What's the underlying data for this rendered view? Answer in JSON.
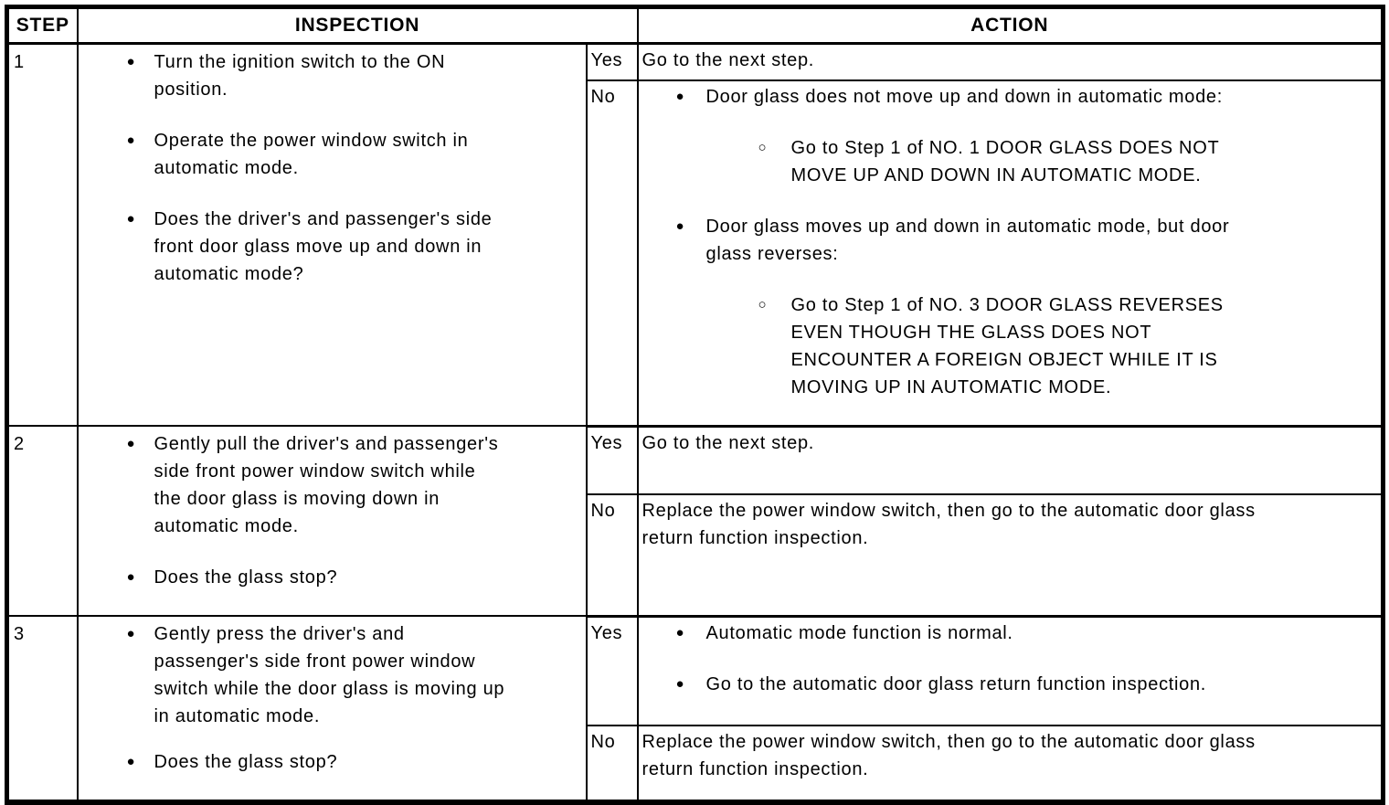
{
  "colors": {
    "ink": "#000000",
    "paper": "#ffffff"
  },
  "icons": {
    "bullet": "●",
    "sub_bullet": "○"
  },
  "header": {
    "step": "STEP",
    "inspection": "INSPECTION",
    "action": "ACTION"
  },
  "rows": [
    {
      "step": "1",
      "inspection": [
        {
          "lines": [
            "Turn the ignition switch to the ON",
            "position."
          ]
        },
        {
          "lines": [
            "Operate the power window switch in",
            "automatic mode."
          ]
        },
        {
          "lines": [
            "Does the driver's and passenger's side",
            "front door glass move up and down in",
            "automatic mode?"
          ]
        }
      ],
      "yes": {
        "label": "Yes",
        "lines": [
          "Go to the next step."
        ]
      },
      "no": {
        "label": "No",
        "items": [
          {
            "lines": [
              "Door glass does not move up and down in automatic mode:"
            ],
            "sub": {
              "lines": [
                "Go to Step 1 of NO. 1 DOOR GLASS DOES NOT",
                "MOVE UP AND DOWN IN AUTOMATIC MODE."
              ]
            }
          },
          {
            "lines": [
              "Door glass moves up and down in automatic mode, but door",
              "glass reverses:"
            ],
            "sub": {
              "lines": [
                "Go to Step 1 of NO. 3 DOOR GLASS REVERSES",
                "EVEN THOUGH THE GLASS DOES NOT",
                "ENCOUNTER A FOREIGN OBJECT WHILE IT IS",
                "MOVING UP IN AUTOMATIC MODE."
              ]
            }
          }
        ]
      }
    },
    {
      "step": "2",
      "inspection": [
        {
          "lines": [
            "Gently pull the driver's and passenger's",
            "side front power window switch while",
            "the door glass is moving down in",
            "automatic mode."
          ]
        },
        {
          "lines": [
            "Does the glass stop?"
          ]
        }
      ],
      "yes": {
        "label": "Yes",
        "lines": [
          "Go to the next step."
        ]
      },
      "no": {
        "label": "No",
        "lines": [
          "Replace the power window switch, then go to the automatic door glass",
          "return function inspection."
        ]
      }
    },
    {
      "step": "3",
      "inspection": [
        {
          "lines": [
            "Gently press the driver's and",
            "passenger's side front power window",
            "switch while the door glass is moving up",
            "in automatic mode."
          ]
        },
        {
          "lines": [
            "Does the glass stop?"
          ]
        }
      ],
      "yes": {
        "label": "Yes",
        "items": [
          {
            "lines": [
              "Automatic mode function is normal."
            ]
          },
          {
            "lines": [
              "Go to the automatic door glass return function inspection."
            ]
          }
        ]
      },
      "no": {
        "label": "No",
        "lines": [
          "Replace the power window switch, then go to the automatic door glass",
          "return function inspection."
        ]
      }
    }
  ]
}
